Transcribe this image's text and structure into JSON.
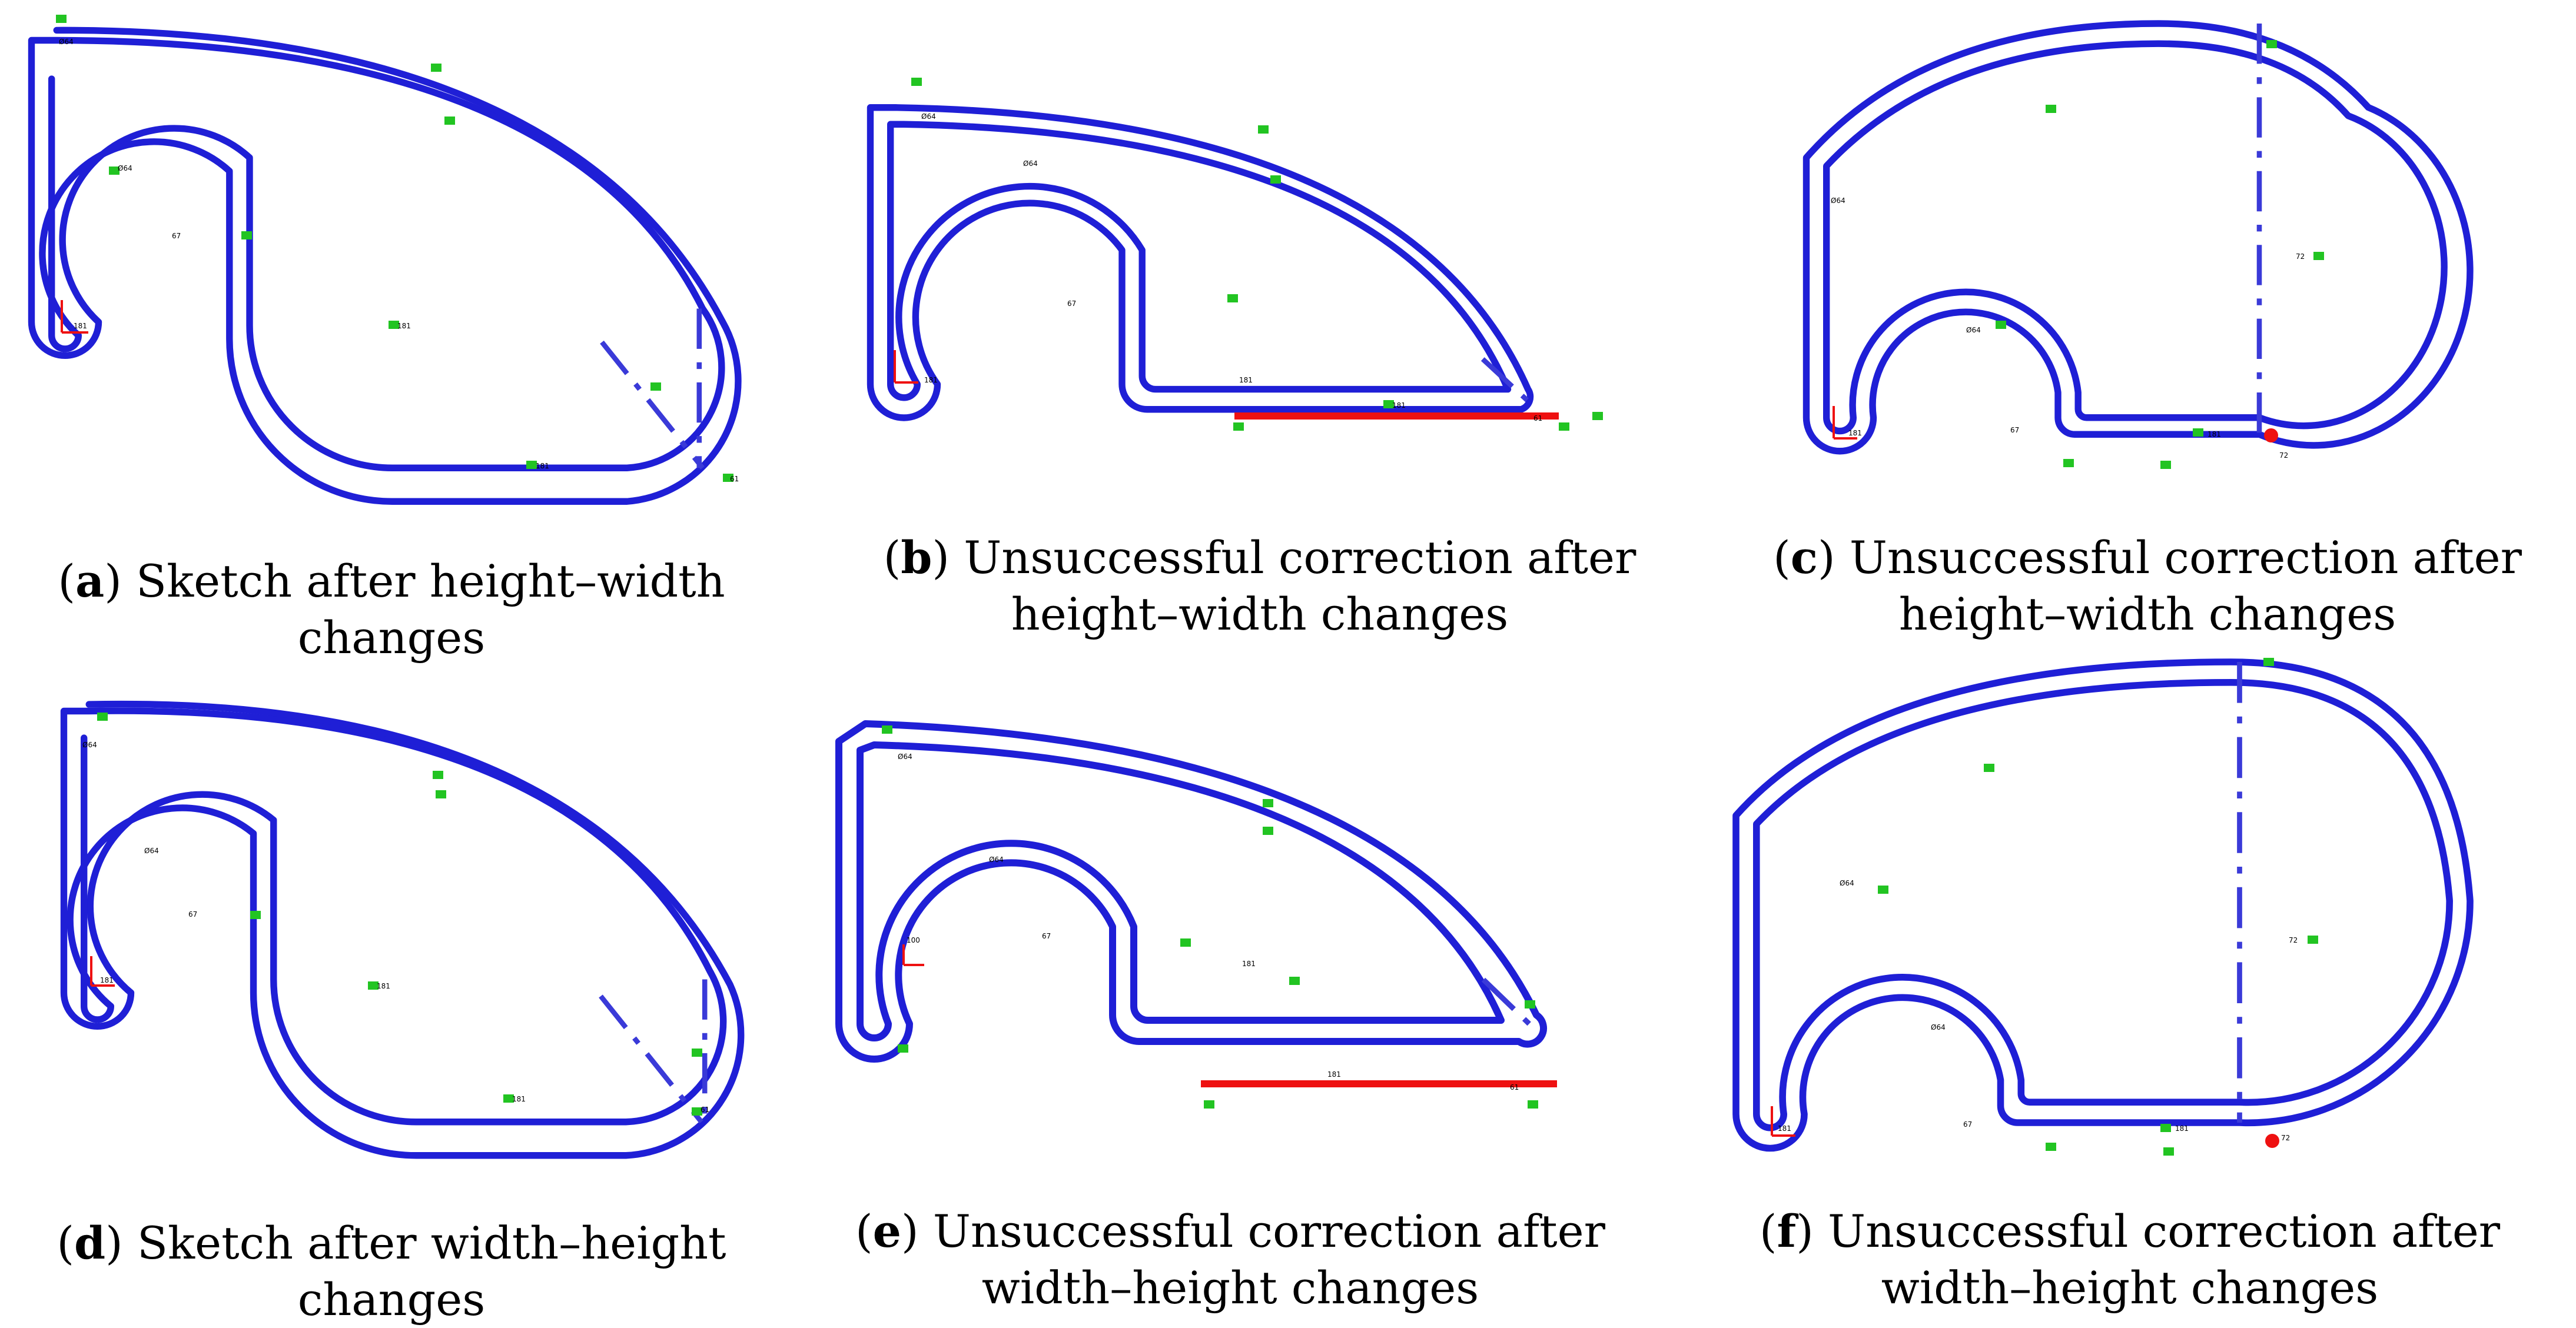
{
  "panels": [
    {
      "id": "a",
      "letter": "a",
      "caption": "Sketch after height–width changes"
    },
    {
      "id": "b",
      "letter": "b",
      "caption": "Unsuccessful correction after height–width changes"
    },
    {
      "id": "c",
      "letter": "c",
      "caption": "Unsuccessful correction after height–width changes"
    },
    {
      "id": "d",
      "letter": "d",
      "caption": "Sketch after width–height changes"
    },
    {
      "id": "e",
      "letter": "e",
      "caption": "Unsuccessful correction after width–height changes"
    },
    {
      "id": "f",
      "letter": "f",
      "caption": "Unsuccessful correction after width–height changes"
    }
  ],
  "dimension_labels": {
    "r64": "Ø64",
    "r67": "67",
    "r181": "181",
    "r61": "61",
    "r100": "100",
    "r72": "72"
  },
  "colors": {
    "sketch_line": "#1f1fd6",
    "relation_tag": "#22c422",
    "error_highlight": "#ee1111"
  }
}
